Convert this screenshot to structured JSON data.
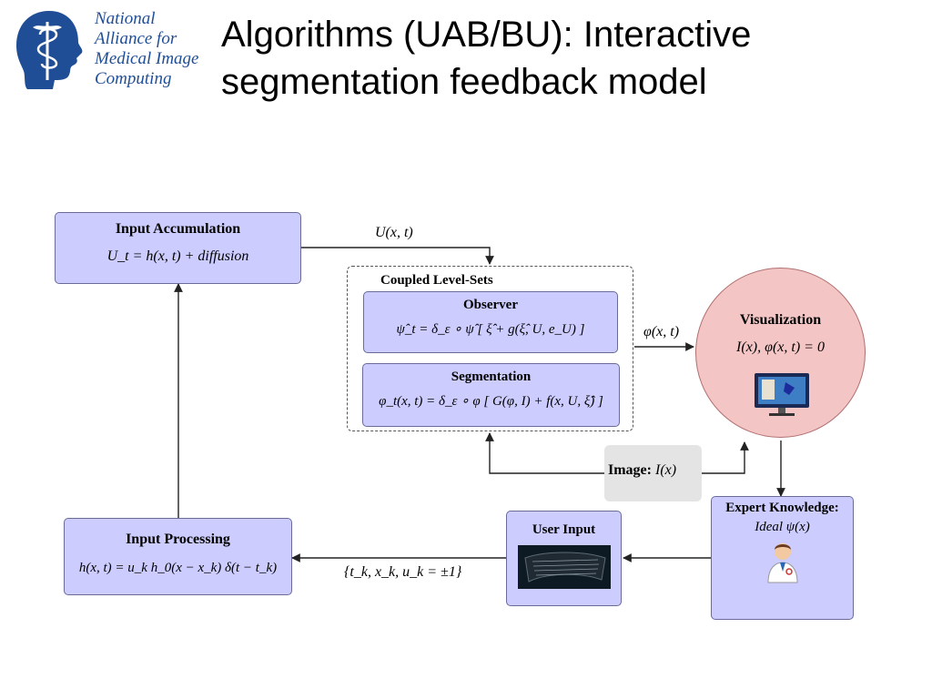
{
  "logo": {
    "line1": "National",
    "line2": "Alliance for",
    "line3": "Medical Image",
    "line4": "Computing"
  },
  "title": {
    "line1": "Algorithms (UAB/BU): Interactive",
    "line2": "segmentation feedback model"
  },
  "diagram": {
    "input_accumulation": {
      "title": "Input Accumulation",
      "equation": "U_t = h(x, t) +  diffusion"
    },
    "u_label": "U(x, t)",
    "coupled_title": "Coupled Level-Sets",
    "observer": {
      "title": "Observer",
      "equation": "ψ̂_t = δ_ε ∘ ψ̂ [ ξ̂ + g(ξ̂, U, e_U) ]"
    },
    "segmentation": {
      "title": "Segmentation",
      "equation": "φ_t(x, t) = δ_ε ∘ φ [ G(φ, I) + f(x, U, ξ̂) ]"
    },
    "phi_label": "φ(x, t)",
    "visualization": {
      "title": "Visualization",
      "equation": "I(x),  φ(x, t) = 0"
    },
    "image_label": {
      "bold": "Image:",
      "rest": "I(x)"
    },
    "expert": {
      "title": "Expert Knowledge:",
      "equation": "Ideal  ψ(x)"
    },
    "user_input": {
      "title": "User Input"
    },
    "input_processing": {
      "title": "Input Processing",
      "equation": "h(x, t) = u_k h_0(x − x_k) δ(t − t_k)"
    },
    "set_label": "{t_k, x_k, u_k = ±1}"
  },
  "colors": {
    "box_fill": "#ccccff",
    "circle_fill": "#f4c5c5",
    "logo_blue": "#1f4e96"
  }
}
